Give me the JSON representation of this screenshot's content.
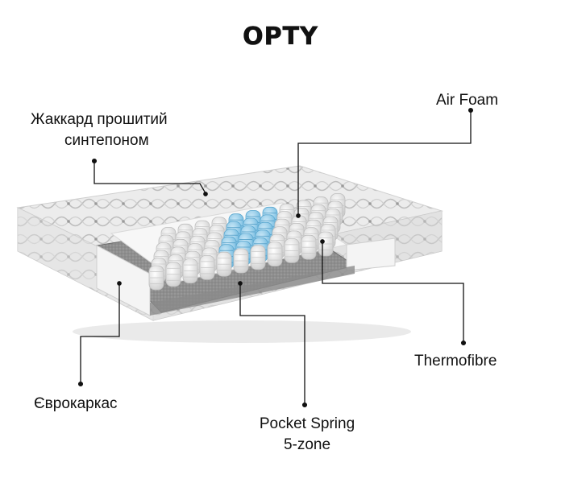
{
  "title": "OPTY",
  "labels": {
    "jacquard_line1": "Жаккард прошитий",
    "jacquard_line2": "синтепоном",
    "air_foam": "Air Foam",
    "thermofibre": "Thermofibre",
    "eurokarkas": "Єврокаркас",
    "pocket_line1": "Pocket Spring",
    "pocket_line2": "5-zone"
  },
  "colors": {
    "leader": "#111111",
    "cover": "#e6e6e6",
    "foam": "#ffffff",
    "spring_white": "#f2f2f2",
    "spring_blue": "#8ecbe8",
    "felt": "#8a8a8a"
  }
}
